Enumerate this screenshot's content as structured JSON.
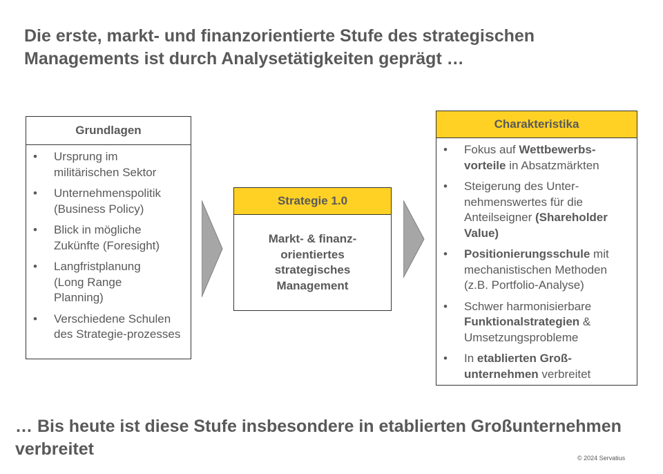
{
  "title": "Die erste, markt- und finanzorientierte Stufe des strategischen Managements ist durch Analysetätigkeiten geprägt …",
  "grundlagen": {
    "heading": "Grundlagen",
    "items": [
      "Ursprung im militärischen Sektor",
      "Unternehmenspolitik (Business Policy)",
      "Blick in mögliche Zukünfte (Foresight)",
      "Langfristplanung (Long Range Planning)",
      "Verschiedene Schulen des Strategie-prozesses"
    ]
  },
  "strategie": {
    "heading": "Strategie 1.0",
    "body": "Markt- & finanz-orientiertes strategisches Management"
  },
  "charakteristika": {
    "heading": "Charakteristika",
    "items": [
      [
        {
          "t": "Fokus auf ",
          "b": false
        },
        {
          "t": "Wettbewerbs-vorteile",
          "b": true
        },
        {
          "t": " in Absatzmärkten",
          "b": false
        }
      ],
      [
        {
          "t": "Steigerung des Unter-nehmenswertes für die Anteilseigner ",
          "b": false
        },
        {
          "t": "(Shareholder Value)",
          "b": true
        }
      ],
      [
        {
          "t": "Positionierungsschule",
          "b": true
        },
        {
          "t": " mit mechanistischen Methoden (z.B. Portfolio-Analyse)",
          "b": false
        }
      ],
      [
        {
          "t": "Schwer harmonisierbare ",
          "b": false
        },
        {
          "t": "Funktionalstrategien",
          "b": true
        },
        {
          "t": " & Umsetzungsprobleme",
          "b": false
        }
      ],
      [
        {
          "t": "In ",
          "b": false
        },
        {
          "t": "etablierten Groß-unternehmen",
          "b": true
        },
        {
          "t": " verbreitet",
          "b": false
        }
      ]
    ]
  },
  "conclusion": "… Bis heute ist diese Stufe insbesondere in etablierten Großunternehmen verbreitet",
  "copyright": "© 2024  Servatius",
  "colors": {
    "accent": "#FFD124",
    "text": "#595959",
    "arrow": "#A6A6A6"
  }
}
